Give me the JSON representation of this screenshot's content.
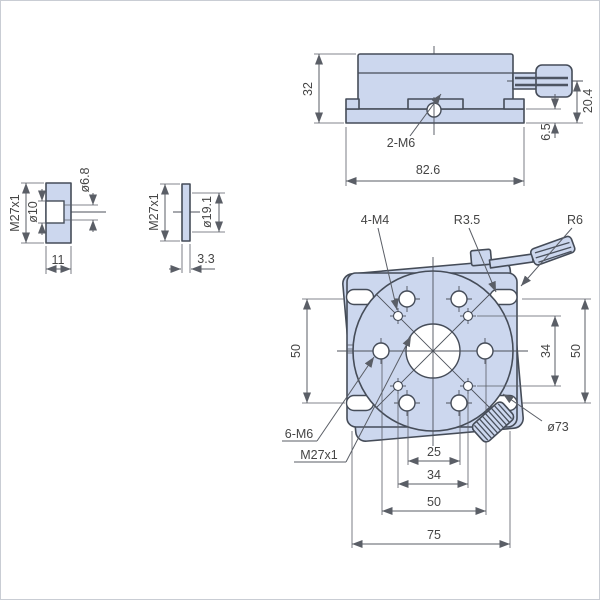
{
  "colors": {
    "part_fill": "#ccd7ee",
    "part_stroke": "#454c58",
    "dim_line": "#5a5e66",
    "text": "#454545",
    "canvas_border": "#c9cdd4"
  },
  "views": {
    "side_view": {
      "dim_total_height": "32",
      "dim_knob_axis_height": "20.4",
      "dim_base_thickness": "6.5",
      "dim_total_width": "82.6",
      "label_mount_holes": "2-M6"
    },
    "adapter_section": {
      "label_thread": "M27x1",
      "dim_counterbore": "ø10",
      "dim_through_hole": "ø6.8",
      "dim_thickness": "11"
    },
    "ring_section": {
      "label_thread": "M27x1",
      "dim_bore": "ø19.1",
      "dim_thickness": "3.3"
    },
    "front_view": {
      "label_m4_holes": "4-M4",
      "label_slot_radius": "R3.5",
      "label_corner_radius": "R6",
      "label_m6_holes": "6-M6",
      "label_center_thread": "M27x1",
      "label_platform_diameter": "ø73",
      "dim_left_hole_spacing": "50",
      "dim_right_inner_spacing": "34",
      "dim_right_outer_spacing": "50",
      "dim_bottom_1": "25",
      "dim_bottom_2": "34",
      "dim_bottom_3": "50",
      "dim_bottom_4": "75"
    }
  }
}
